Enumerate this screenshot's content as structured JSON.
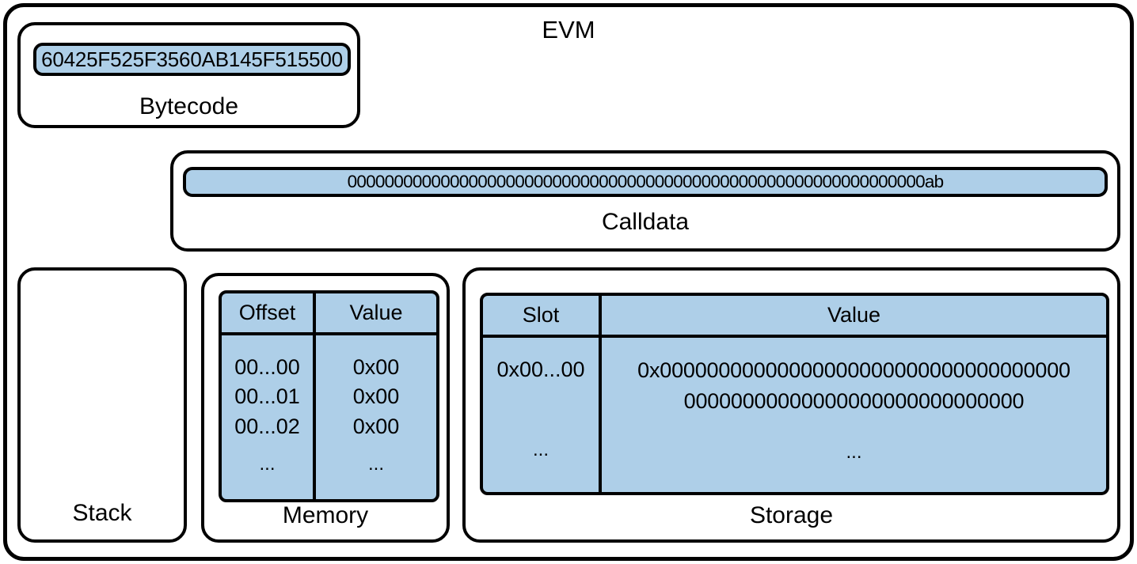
{
  "diagram": {
    "title": "EVM",
    "accent_blue": "#aecfe8",
    "stroke": "#000000",
    "background": "#ffffff"
  },
  "bytecode": {
    "label": "Bytecode",
    "value": "60425F525F3560AB145F515500"
  },
  "calldata": {
    "label": "Calldata",
    "value": "00000000000000000000000000000000000000000000000000000000000000ab"
  },
  "stack": {
    "label": "Stack",
    "items": []
  },
  "memory": {
    "label": "Memory",
    "columns": [
      "Offset",
      "Value"
    ],
    "rows": [
      {
        "offset": "00...00",
        "value": "0x00"
      },
      {
        "offset": "00...01",
        "value": "0x00"
      },
      {
        "offset": "00...02",
        "value": "0x00"
      },
      {
        "offset": "...",
        "value": "..."
      }
    ]
  },
  "storage": {
    "label": "Storage",
    "columns": [
      "Slot",
      "Value"
    ],
    "rows": [
      {
        "slot": "0x00...00",
        "value": "0x0000000000000000000000000000000000000000000000000000000000000000"
      },
      {
        "slot": "...",
        "value": "..."
      }
    ]
  }
}
